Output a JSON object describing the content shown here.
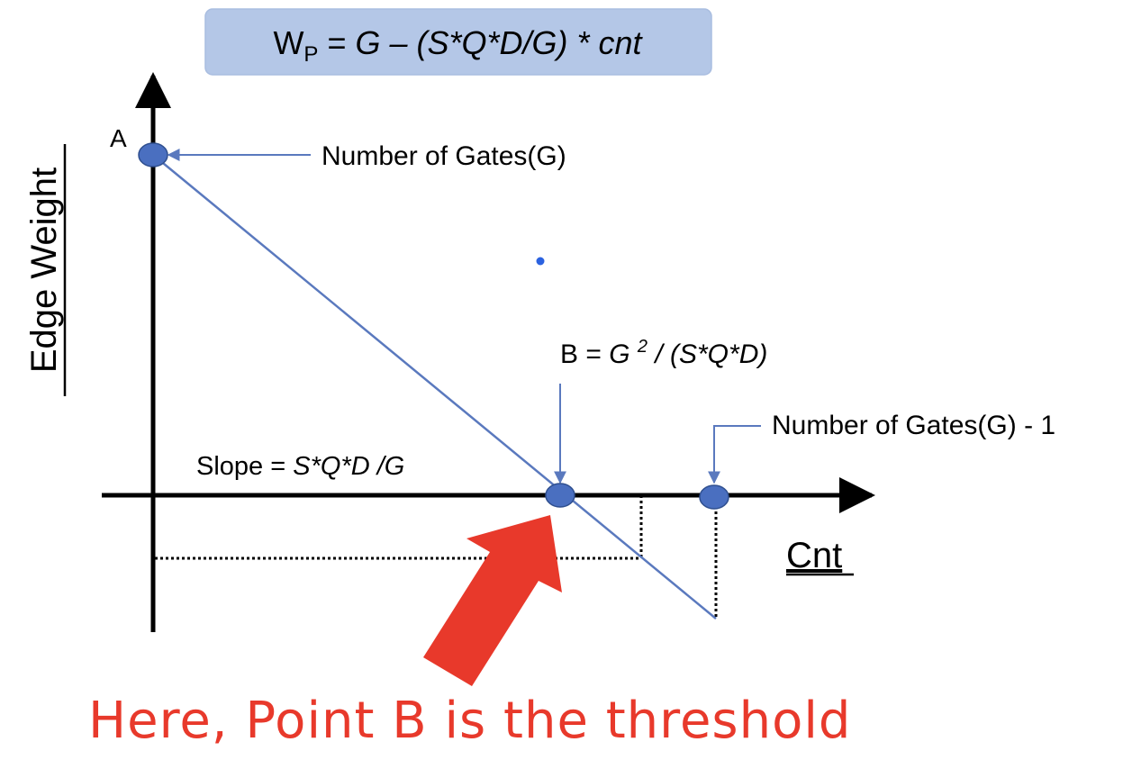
{
  "formula": {
    "lhs_main": "W",
    "lhs_sub": "P",
    "eq": " = ",
    "rhs": "G – (S*Q*D/G) * cnt"
  },
  "axes": {
    "ylabel": "Edge Weight",
    "xlabel": "Cnt"
  },
  "points": {
    "a_label": "A",
    "b_label_prefix": "B = ",
    "b_label_g": "G ",
    "b_label_exp": "2",
    "b_label_rest": " / (S*Q*D)"
  },
  "annotations": {
    "gates": "Number of Gates(G)",
    "gates_minus_one": "Number of Gates(G) - 1",
    "slope_prefix": "Slope = ",
    "slope_expr": "S*Q*D /G"
  },
  "caption": "Here, Point B is the threshold",
  "colors": {
    "line": "#5a79be",
    "point_fill": "#4a6fc0",
    "formula_box": "#b4c7e7",
    "arrow": "#e8392b",
    "caption": "#e8392b"
  }
}
